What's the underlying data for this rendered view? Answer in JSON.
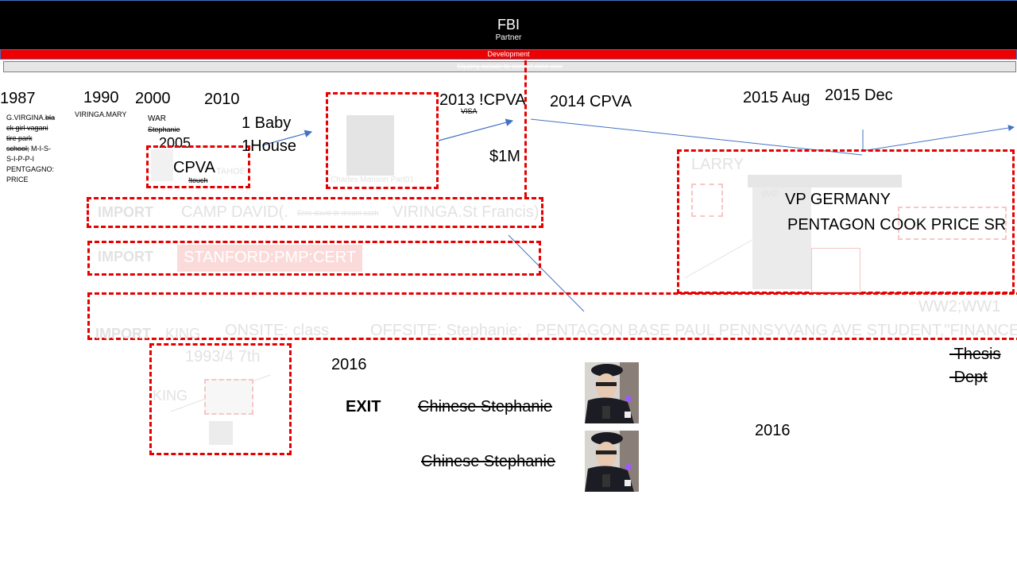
{
  "header": {
    "title": "FBI",
    "subtitle": "Partner"
  },
  "devbar": {
    "label": "Development"
  },
  "slipbar": {
    "label": "Slipping outside its comfort zone user"
  },
  "timeline": {
    "y1987": "1987",
    "y1990": "1990",
    "y2000": "2000",
    "y2010": "2010",
    "y2005": "2005",
    "y2013": "2013 !CPVA",
    "y2014": "2014 CPVA",
    "y2015aug": "2015 Aug",
    "y2015dec": "2015 Dec",
    "y2016a": "2016",
    "y2016b": "2016",
    "y1993": "1993/4 7th"
  },
  "notes": {
    "virgina_line1": "G.VIRGINA.",
    "virgina_strike1": "bla",
    "virgina_strike2": "ck girl vagani",
    "virgina_strike3": "tire park",
    "virgina_strike4": "school;",
    "virgina_tail": " M-I-S-",
    "virgina_line5": "S-I-P-P-I",
    "virgina_line6": "PENTGAGNO:",
    "virgina_line7": "PRICE",
    "viringa_mary": "VIRINGA.MARY",
    "war": "WAR",
    "stephanie_strike": "Stephanie",
    "cpva": "CPVA",
    "touch": "!touch",
    "tahoe": "TAHOE",
    "baby": "1 Baby",
    "house": "1House",
    "visa": "VISA",
    "million": "$1M",
    "manson": "Charles Manson Part01"
  },
  "rows": {
    "import1": "IMPORT",
    "camp_david": "CAMP DAVID(.",
    "camp_small": "Eros david dr dream cash",
    "viringa_stfrancis": "VIRINGA.St Francis)",
    "import2": "IMPORT",
    "stanford": "STANFORD:PMP:CERT",
    "ww": "WW2;WW1",
    "import3": "IMPORT",
    "king": "KING",
    "onsite": "ONSITE: class",
    "offsite": "OFFSITE: Stephanie: , PENTAGON BASE PAUL PENNSYVANG AVE STUDENT,\"FINANCE"
  },
  "right_panel": {
    "larry": "LARRY",
    "imp": "IMP",
    "vp_germany": "VP GERMANY",
    "pentagon_cook": "PENTAGON COOK PRICE SR"
  },
  "bottom": {
    "king": "KING",
    "exit": "EXIT",
    "chinese1": "Chinese Stephanie",
    "chinese2": "Chinese Stephanie",
    "thesis": "Thesis",
    "dept": "Dept"
  }
}
